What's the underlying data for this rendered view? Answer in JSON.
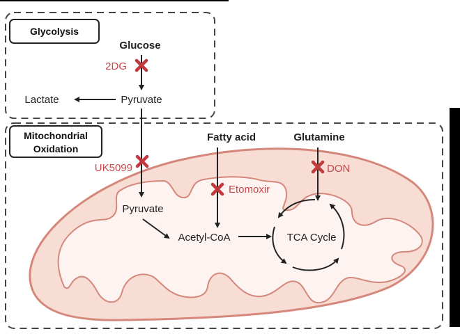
{
  "sections": {
    "glycolysis": "Glycolysis",
    "mito_line1": "Mitochondrial",
    "mito_line2": "Oxidation"
  },
  "metabolites": {
    "glucose": "Glucose",
    "pyruvate_cyto": "Pyruvate",
    "lactate": "Lactate",
    "pyruvate_mito": "Pyruvate",
    "fatty_acid": "Fatty acid",
    "glutamine": "Glutamine",
    "acetyl_coa": "Acetyl-CoA",
    "tca": "TCA Cycle"
  },
  "inhibitors": {
    "2dg": "2DG",
    "uk5099": "UK5099",
    "etomoxir": "Etomoxir",
    "don": "DON"
  },
  "colors": {
    "inhibitor": "#c8474a",
    "membrane": "#d4877a",
    "matrix": "#fdf3f0",
    "intermembrane": "#f7ddd4"
  }
}
